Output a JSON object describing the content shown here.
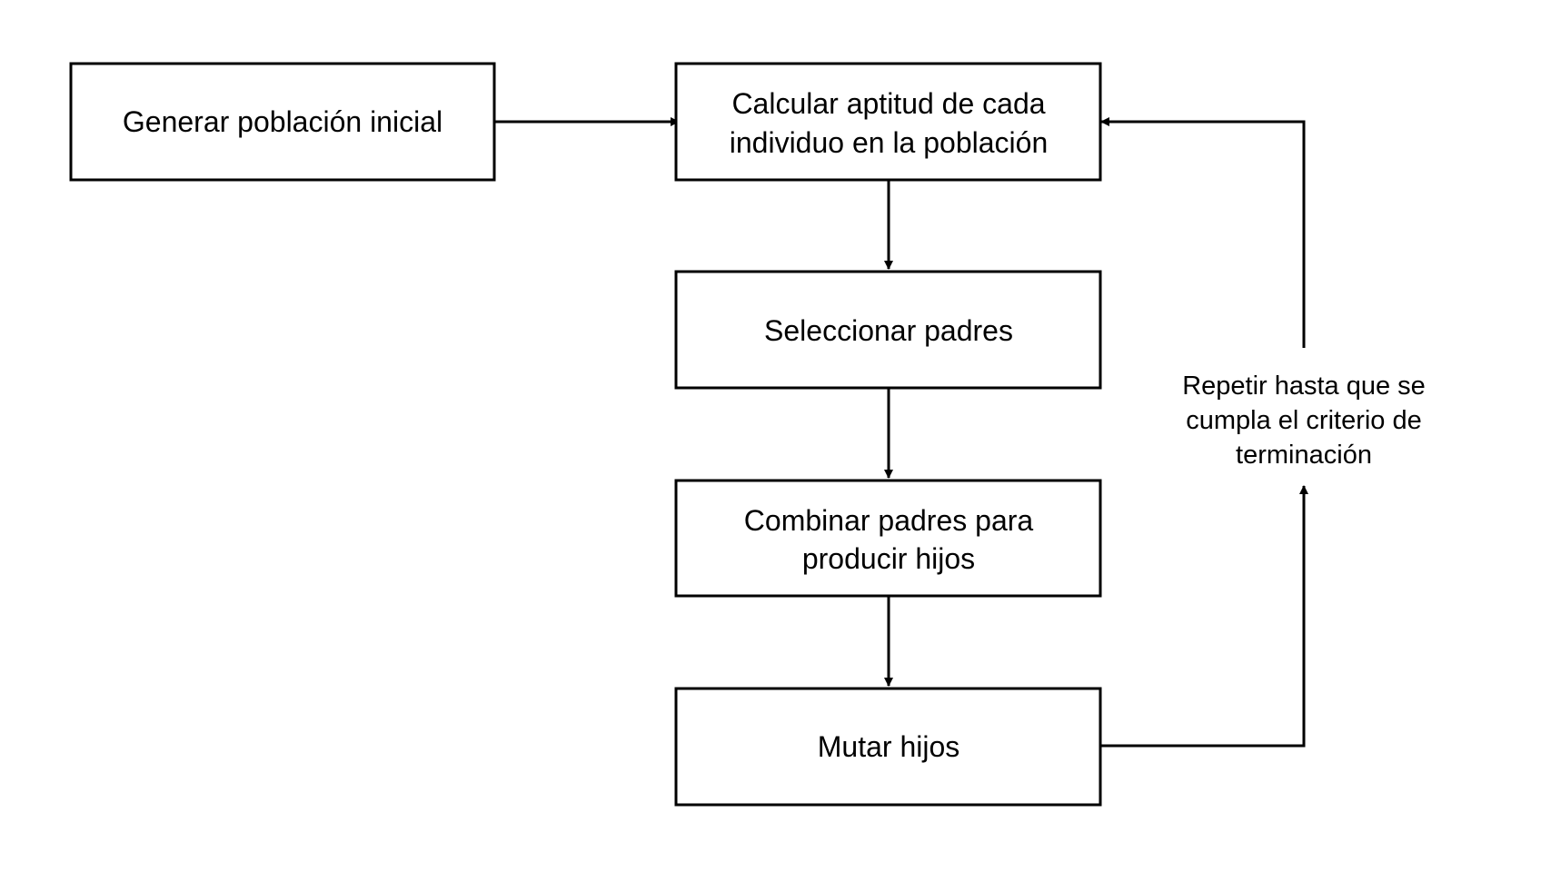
{
  "colors": {
    "stroke": "#000000",
    "box_fill": "#ffffff",
    "text": "#000000",
    "background": "#ffffff"
  },
  "nodes": {
    "generate_population": {
      "lines": [
        "Generar población inicial"
      ]
    },
    "calculate_fitness": {
      "lines": [
        "Calcular aptitud de cada",
        "individuo en la población"
      ]
    },
    "select_parents": {
      "lines": [
        "Seleccionar padres"
      ]
    },
    "combine_parents": {
      "lines": [
        "Combinar padres para",
        "producir hijos"
      ]
    },
    "mutate_children": {
      "lines": [
        "Mutar hijos"
      ]
    }
  },
  "loop_note": {
    "lines": [
      "Repetir hasta que se",
      "cumpla el criterio de",
      "terminación"
    ]
  },
  "edges": [
    {
      "from": "generate_population",
      "to": "calculate_fitness"
    },
    {
      "from": "calculate_fitness",
      "to": "select_parents"
    },
    {
      "from": "select_parents",
      "to": "combine_parents"
    },
    {
      "from": "combine_parents",
      "to": "mutate_children"
    },
    {
      "from": "mutate_children",
      "to": "calculate_fitness",
      "via": "loop_note"
    }
  ]
}
